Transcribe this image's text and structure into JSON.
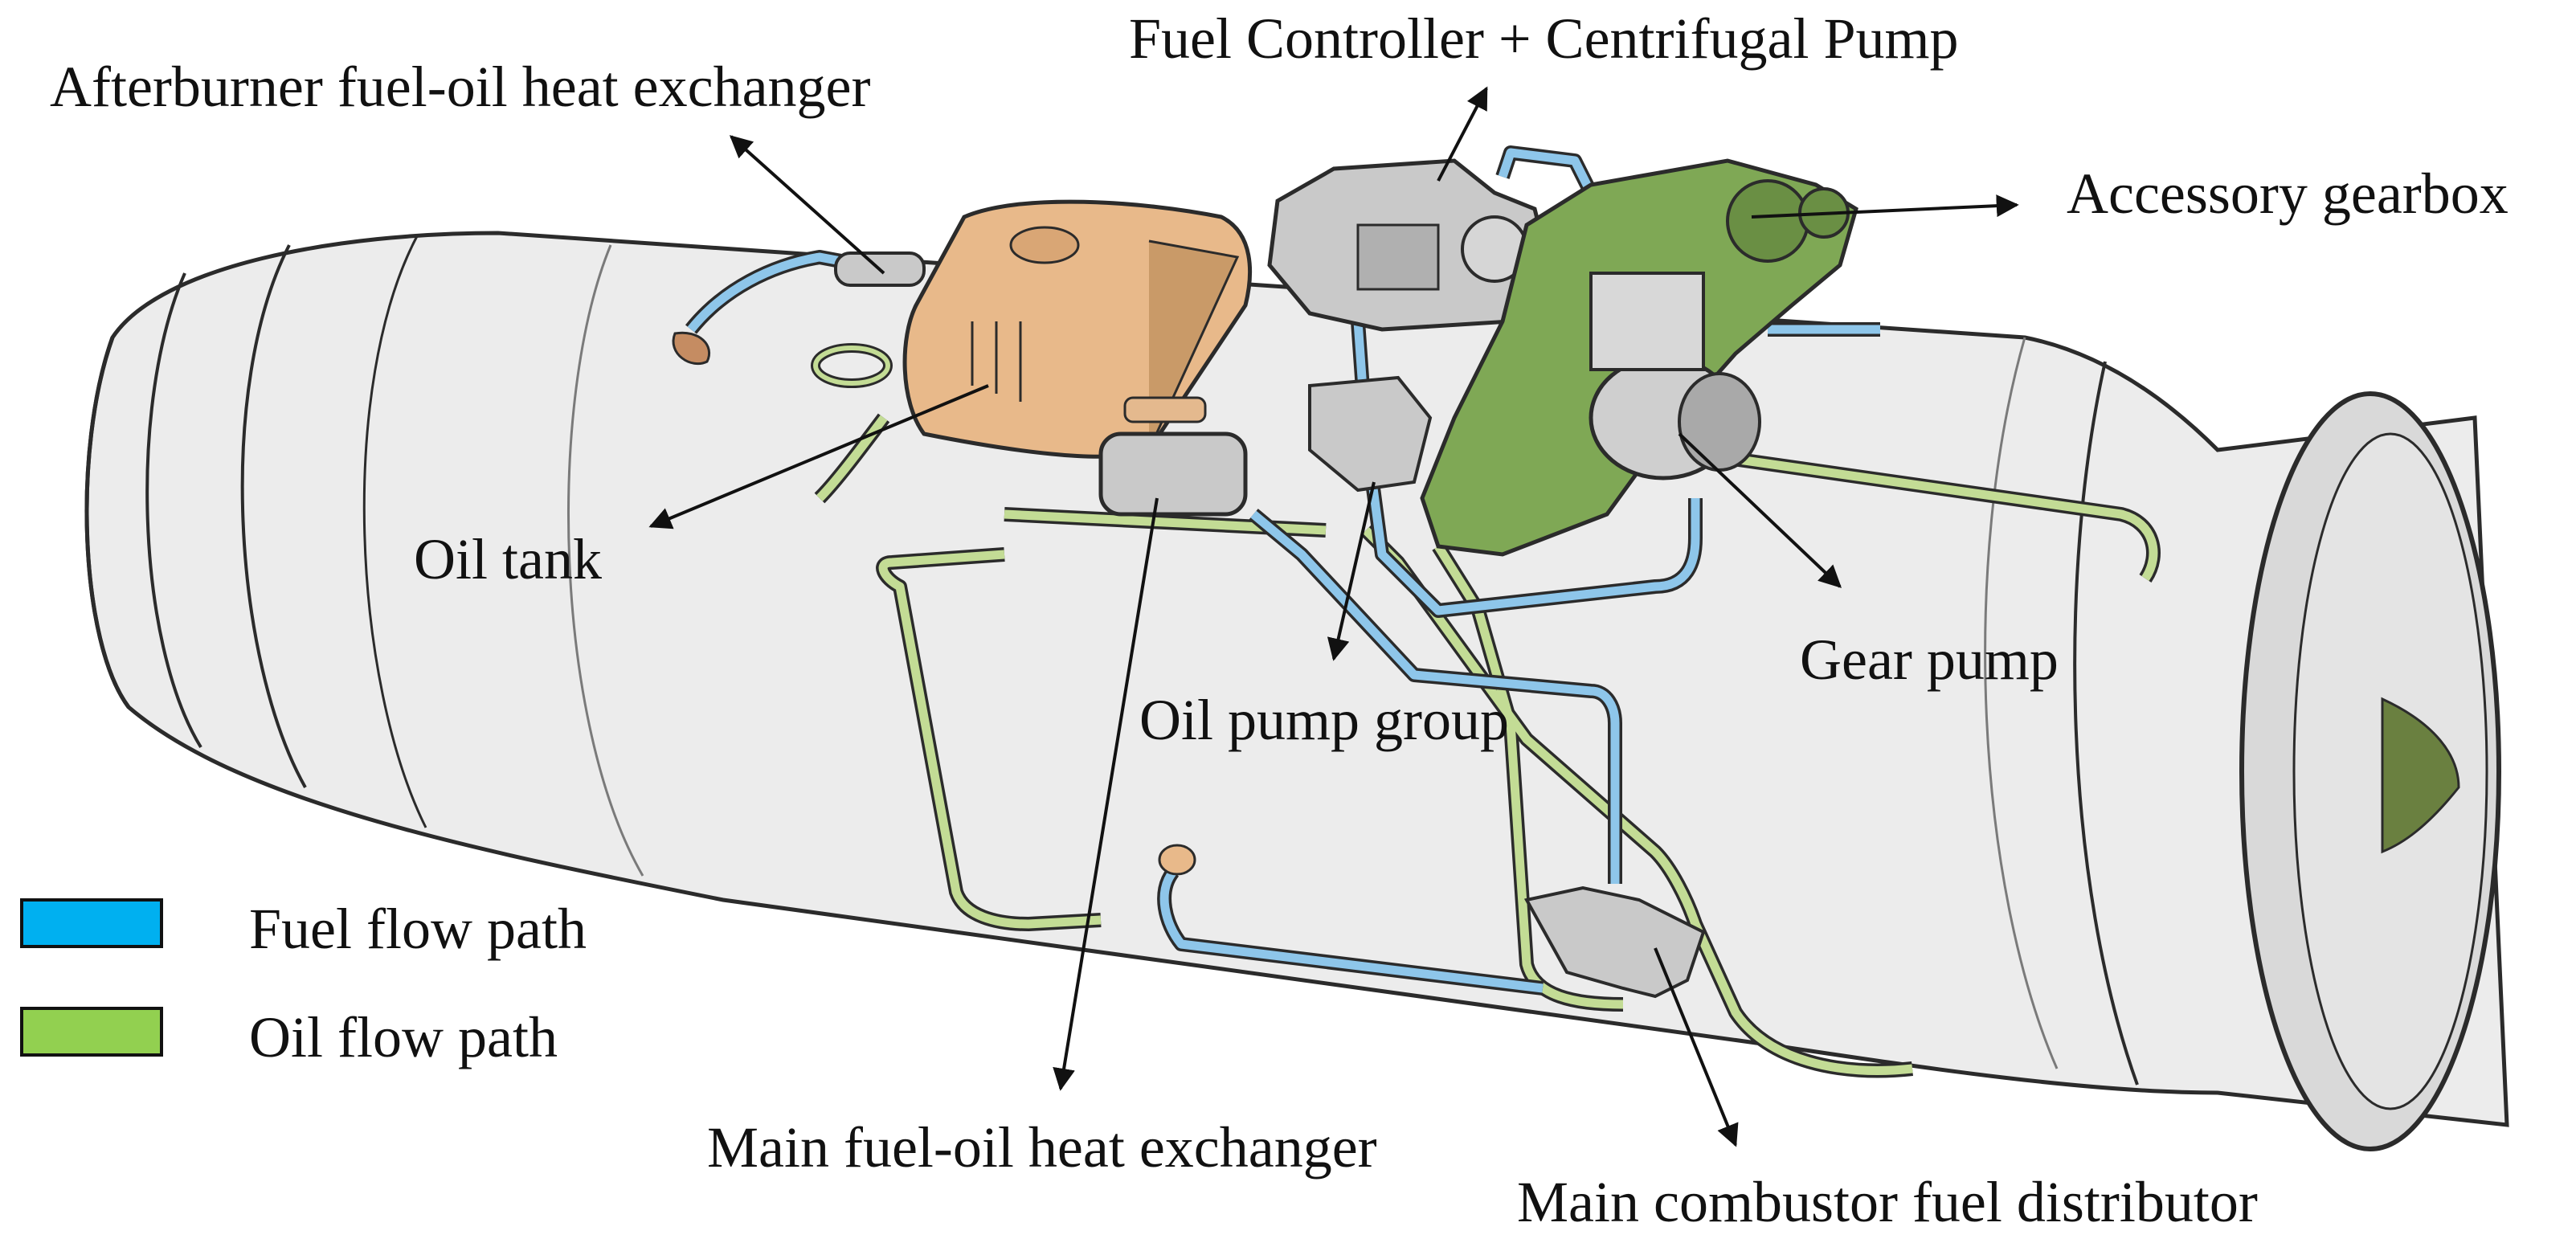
{
  "labels": {
    "afterburner_hx": "Afterburner fuel-oil heat exchanger",
    "fuel_controller": "Fuel Controller + Centrifugal Pump",
    "accessory_gearbox": "Accessory gearbox",
    "oil_tank": "Oil tank",
    "gear_pump": "Gear pump",
    "oil_pump_group": "Oil pump group",
    "main_hx": "Main fuel-oil heat exchanger",
    "combustor_distributor": "Main combustor fuel distributor"
  },
  "legend": {
    "fuel": {
      "label": "Fuel flow path",
      "color": "#00b0f0"
    },
    "oil": {
      "label": "Oil flow path",
      "color": "#92d050"
    }
  },
  "colors": {
    "engine_body": "#ececec",
    "engine_outline": "#2b2b2b",
    "fuel_pipe": "#8ec6ea",
    "oil_pipe": "#c3dc95",
    "oil_tank": "#e8b98a",
    "gearbox": "#7fa855",
    "components": "#c9c9c9"
  }
}
